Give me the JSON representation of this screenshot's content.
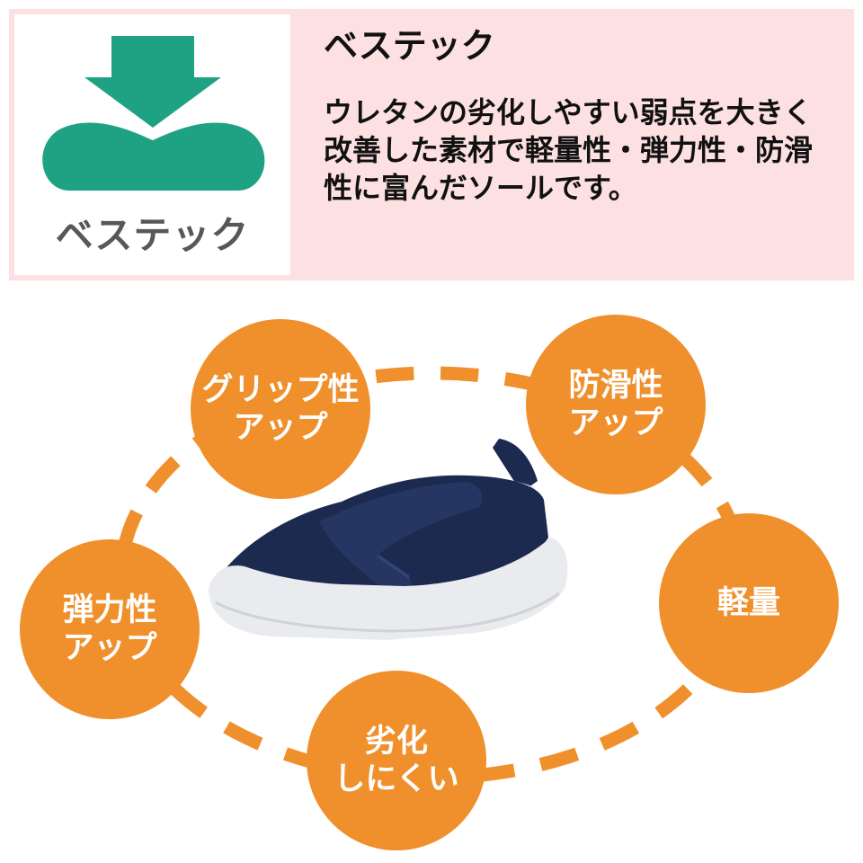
{
  "header": {
    "logo_label": "ベステック",
    "title": "ベステック",
    "description": "ウレタンの劣化しやすい弱点を大きく改善した素材で軽量性・弾力性・防滑性に富んだソールです。"
  },
  "features": [
    {
      "id": "grip",
      "label": "グリップ性\nアップ"
    },
    {
      "id": "anti-slip",
      "label": "防滑性\nアップ"
    },
    {
      "id": "lightweight",
      "label": "軽量"
    },
    {
      "id": "durability",
      "label": "劣化\nしにくい"
    },
    {
      "id": "elasticity",
      "label": "弾力性\nアップ"
    }
  ],
  "colors": {
    "banner_bg": "#fde0e1",
    "logo_green": "#1fa283",
    "bubble_orange": "#f0902c",
    "shoe_navy": "#1c2a4f"
  },
  "icons": {
    "logo": "down-arrow-cushion-icon",
    "product": "navy-slip-on-shoe-image"
  }
}
